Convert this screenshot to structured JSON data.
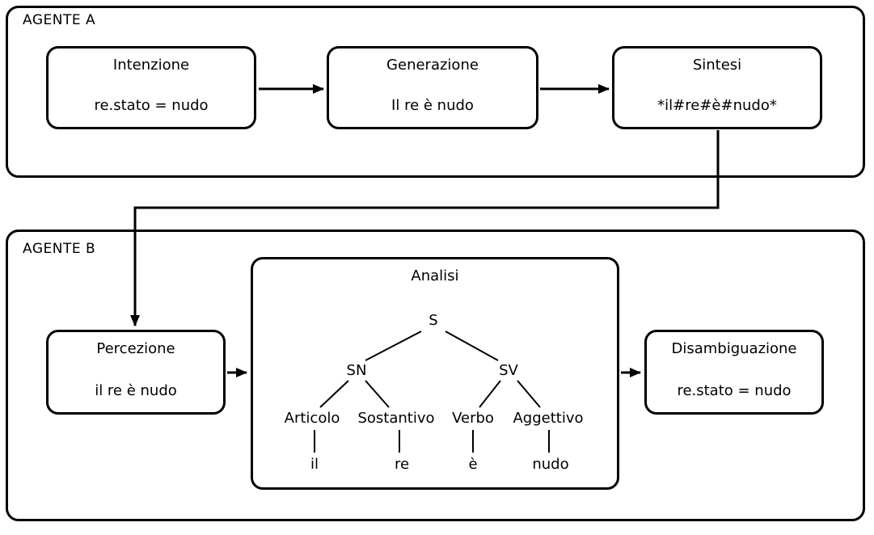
{
  "agent_a": {
    "label": "AGENTE A",
    "intenzione": {
      "title": "Intenzione",
      "value": "re.stato = nudo"
    },
    "generazione": {
      "title": "Generazione",
      "value": "Il re è nudo"
    },
    "sintesi": {
      "title": "Sintesi",
      "value": "*il#re#è#nudo*"
    }
  },
  "agent_b": {
    "label": "AGENTE B",
    "percezione": {
      "title": "Percezione",
      "value": "il re è nudo"
    },
    "analisi": {
      "title": "Analisi"
    },
    "disambiguazione": {
      "title": "Disambiguazione",
      "value": "re.stato = nudo"
    },
    "tree": {
      "s": "S",
      "sn": "SN",
      "sv": "SV",
      "articolo": "Articolo",
      "sostantivo": "Sostantivo",
      "verbo": "Verbo",
      "aggettivo": "Aggettivo",
      "il": "il",
      "re": "re",
      "e": "è",
      "nudo": "nudo"
    }
  }
}
